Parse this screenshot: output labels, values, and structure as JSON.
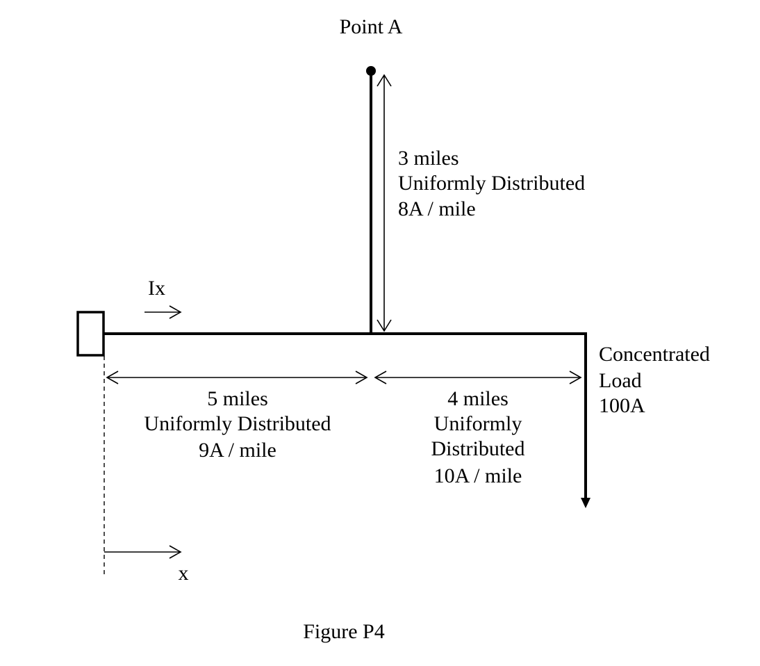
{
  "point_label": "Point A",
  "vertical_segment": {
    "length": "3 miles",
    "distribution": "Uniformly Distributed",
    "rate": "8A / mile"
  },
  "current_label": "Ix",
  "segment_1": {
    "length": "5 miles",
    "distribution": "Uniformly Distributed",
    "rate": "9A / mile"
  },
  "segment_2": {
    "length": "4 miles",
    "distribution_line1": "Uniformly",
    "distribution_line2": "Distributed",
    "rate": "10A / mile"
  },
  "concentrated_load": {
    "line1": "Concentrated",
    "line2": "Load",
    "value": "100A"
  },
  "axis_label": "x",
  "caption": "Figure P4",
  "colors": {
    "ink": "#000000",
    "background": "#ffffff"
  }
}
